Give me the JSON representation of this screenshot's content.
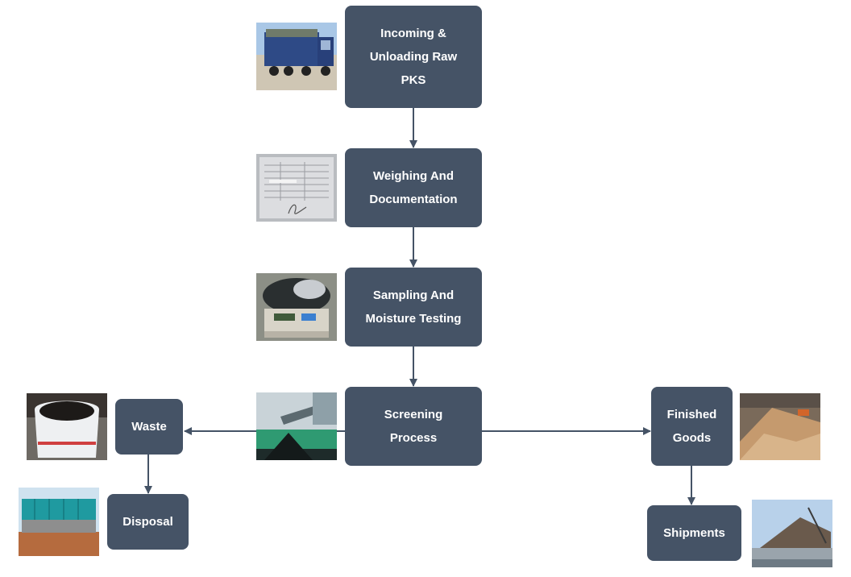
{
  "colors": {
    "box_fill": "#455366",
    "box_text": "#ffffff",
    "connector": "#455366",
    "background": "#ffffff"
  },
  "steps": {
    "incoming": {
      "label": "Incoming & Unloading Raw PKS",
      "photo": "truck-photo"
    },
    "weighing": {
      "label": "Weighing And Documentation",
      "photo": "document-photo"
    },
    "sampling": {
      "label": "Sampling And Moisture Testing",
      "photo": "scale-photo"
    },
    "screening": {
      "label": "Screening Process",
      "photo": "screening-conveyor-photo"
    },
    "waste": {
      "label": "Waste",
      "photo": "waste-sack-photo"
    },
    "disposal": {
      "label": "Disposal",
      "photo": "skip-bins-photo"
    },
    "finished": {
      "label": "Finished Goods",
      "photo": "warehouse-pile-photo"
    },
    "shipments": {
      "label": "Shipments",
      "photo": "ship-loading-photo"
    }
  },
  "connections": [
    {
      "from": "incoming",
      "to": "weighing"
    },
    {
      "from": "weighing",
      "to": "sampling"
    },
    {
      "from": "sampling",
      "to": "screening"
    },
    {
      "from": "screening",
      "to": "waste"
    },
    {
      "from": "screening",
      "to": "finished"
    },
    {
      "from": "waste",
      "to": "disposal"
    },
    {
      "from": "finished",
      "to": "shipments"
    }
  ]
}
